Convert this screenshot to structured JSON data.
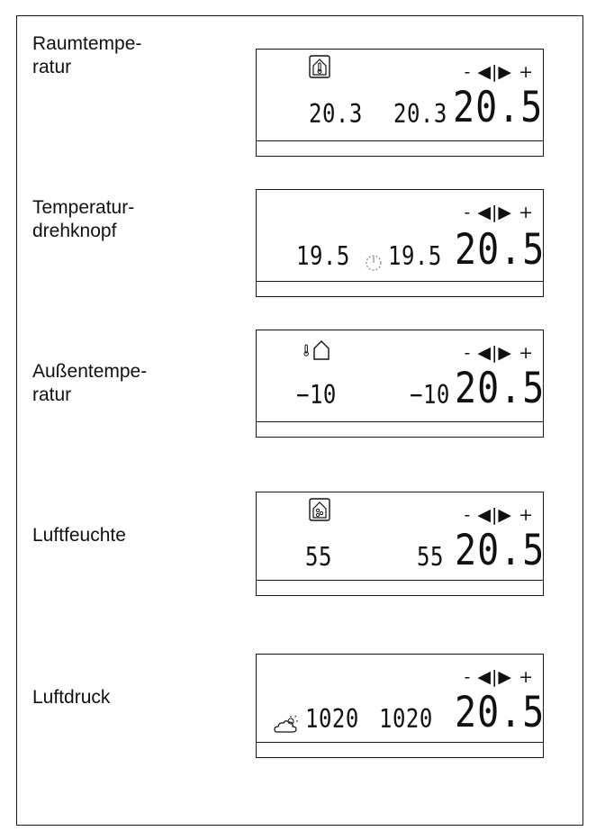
{
  "rows": [
    {
      "label": "Raumtempe-\nratur",
      "icon": "house-thermometer-icon",
      "controls": "- ◀|▶ +",
      "value_a": "20.3",
      "value_b": "20.3",
      "value_big": "20.5"
    },
    {
      "label": "Temperatur-\ndrehknopf",
      "icon": "dial-icon",
      "controls": "- ◀|▶ +",
      "value_a": "19.5",
      "value_b": "19.5",
      "value_big": "20.5"
    },
    {
      "label": "Außentempe-\nratur",
      "icon": "outdoor-thermometer-icon",
      "controls": "- ◀|▶ +",
      "value_a": "−10",
      "value_b": "−10",
      "value_big": "20.5"
    },
    {
      "label": "Luftfeuchte",
      "icon": "humidity-drops-icon",
      "controls": "- ◀|▶ +",
      "value_a": "55",
      "value_b": "55",
      "value_big": "20.5"
    },
    {
      "label": "Luftdruck",
      "icon": "weather-cloud-sun-icon",
      "controls": "- ◀|▶ +",
      "value_a": "1020",
      "value_b": "1020",
      "value_big": "20.5"
    }
  ]
}
